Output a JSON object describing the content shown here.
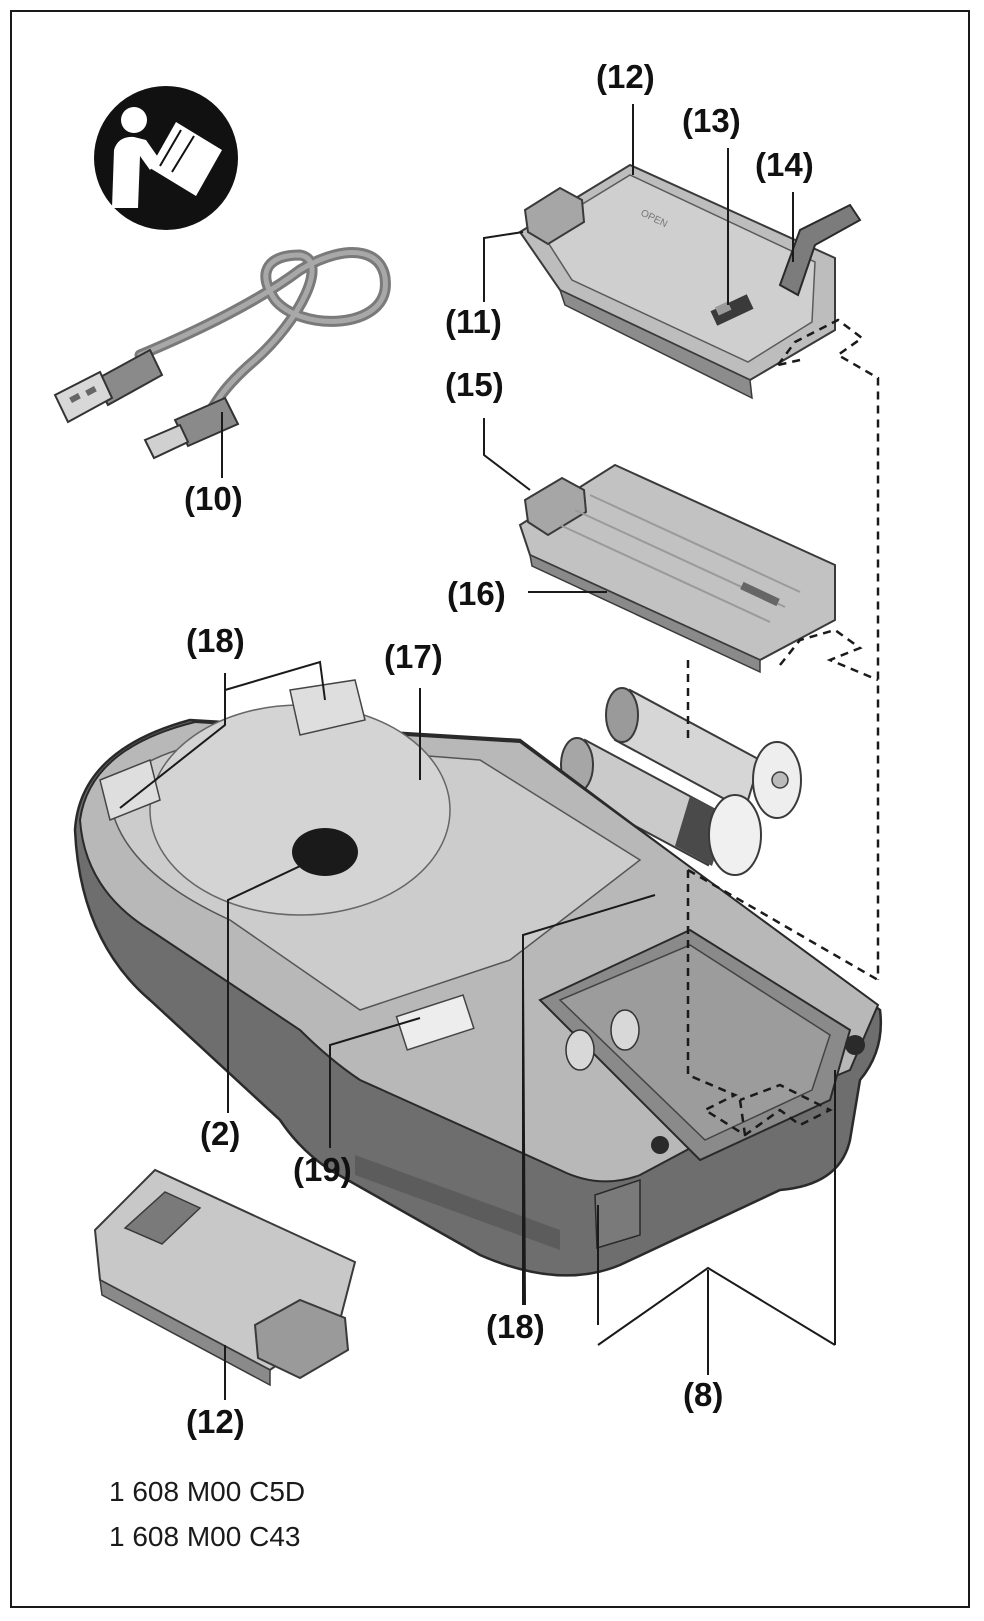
{
  "colors": {
    "line": "#1a1a1a",
    "body_dark": "#6e6e6e",
    "body_mid": "#9a9a9a",
    "body_light": "#c4c4c4",
    "body_pale": "#dcdcdc",
    "icon": "#111111"
  },
  "icons": {
    "manual": "read-manual-icon"
  },
  "callouts": {
    "c12_top": "(12)",
    "c13": "(13)",
    "c14": "(14)",
    "c11": "(11)",
    "c15": "(15)",
    "c10": "(10)",
    "c16": "(16)",
    "c18_top": "(18)",
    "c17": "(17)",
    "c2": "(2)",
    "c19": "(19)",
    "c18_bottom": "(18)",
    "c8": "(8)",
    "c12_bottom": "(12)"
  },
  "part_numbers": [
    "1 608 M00 C5D",
    "1 608 M00 C43"
  ]
}
